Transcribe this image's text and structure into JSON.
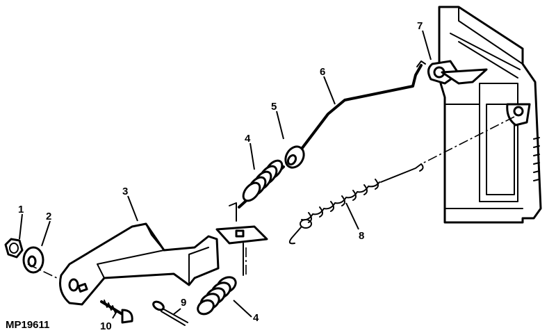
{
  "figure_id": "MP19611",
  "callouts": {
    "c1": "1",
    "c2": "2",
    "c3": "3",
    "c4a": "4",
    "c4b": "4",
    "c5": "5",
    "c6": "6",
    "c7": "7",
    "c8": "8",
    "c9": "9",
    "c10": "10"
  }
}
